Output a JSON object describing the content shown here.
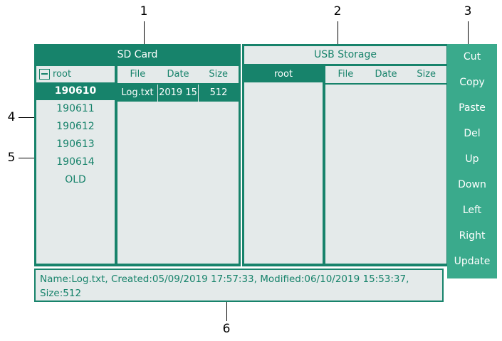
{
  "callouts": [
    {
      "id": "1",
      "label": "1"
    },
    {
      "id": "2",
      "label": "2"
    },
    {
      "id": "3",
      "label": "3"
    },
    {
      "id": "4",
      "label": "4"
    },
    {
      "id": "5",
      "label": "5"
    },
    {
      "id": "6",
      "label": "6"
    }
  ],
  "colors": {
    "panel_green": "#17836b",
    "button_green": "#3aaa8c",
    "light_panel": "#e4eaea",
    "white_text": "#ffffff",
    "annotation": "#000000"
  },
  "panels": {
    "sd_card": {
      "title": "SD Card",
      "active": true,
      "tree": {
        "root_label": "root",
        "expander_icon": "minus-box-icon",
        "items": [
          {
            "label": "190610",
            "selected": true
          },
          {
            "label": "190611",
            "selected": false
          },
          {
            "label": "190612",
            "selected": false
          },
          {
            "label": "190613",
            "selected": false
          },
          {
            "label": "190614",
            "selected": false
          },
          {
            "label": "OLD",
            "selected": false
          }
        ]
      },
      "file_table": {
        "columns": [
          "File",
          "Date",
          "Size"
        ],
        "rows": [
          {
            "file": "Log.txt",
            "date": "2019 15",
            "size": "512",
            "selected": true
          }
        ]
      }
    },
    "usb_storage": {
      "title": "USB Storage",
      "active": false,
      "tree": {
        "root_label": "root",
        "root_selected": true,
        "items": []
      },
      "file_table": {
        "columns": [
          "File",
          "Date",
          "Size"
        ],
        "rows": []
      }
    }
  },
  "buttons": [
    {
      "label": "Cut"
    },
    {
      "label": "Copy"
    },
    {
      "label": "Paste"
    },
    {
      "label": "Del"
    },
    {
      "label": "Up"
    },
    {
      "label": "Down"
    },
    {
      "label": "Left"
    },
    {
      "label": "Right"
    },
    {
      "label": "Update"
    }
  ],
  "statusbar": {
    "text": "Name:Log.txt, Created:05/09/2019 17:57:33, Modified:06/10/2019 15:53:37, Size:512"
  }
}
